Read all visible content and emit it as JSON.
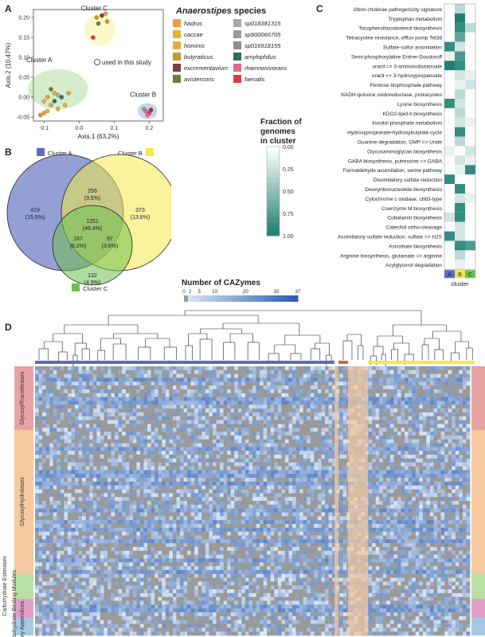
{
  "panels": {
    "A": "A",
    "B": "B",
    "C": "C",
    "D": "D"
  },
  "colors": {
    "clusterA": "#5b6bbf",
    "clusterB": "#f3ea4a",
    "clusterC": "#6fbf4f",
    "heat_low": "#ffffff",
    "heat_high": "#1f7f73",
    "caz_low": "#dbe7f5",
    "caz_high": "#2b5cb0",
    "caz_zero": "#9a9a9a"
  },
  "legend": {
    "title_italic": "Anaerostipes",
    "title_rest": " species",
    "items_left": [
      {
        "label": "hadrus",
        "color": "#f39a3c"
      },
      {
        "label": "caccae",
        "color": "#e3b230"
      },
      {
        "label": "hominis",
        "color": "#f0a64a"
      },
      {
        "label": "butyraticus",
        "color": "#c89a2a"
      },
      {
        "label": "excrementavium",
        "color": "#7b3f3f"
      },
      {
        "label": "avistercoris",
        "color": "#6e7a35"
      }
    ],
    "items_right": [
      {
        "label": "sp018381315",
        "color": "#a9a9a9"
      },
      {
        "label": "sp900066705",
        "color": "#9b9b9b"
      },
      {
        "label": "sp016918155",
        "color": "#8f8f8f"
      },
      {
        "label": "amylophilus",
        "color": "#2e6e56"
      },
      {
        "label": "rhamnosivorans",
        "color": "#e06a8f"
      },
      {
        "label": "faecalis",
        "color": "#e23a3a"
      }
    ]
  },
  "chart_data": [
    {
      "type": "scatter",
      "panel": "A",
      "xlabel": "Axis.1 (63.2%)",
      "ylabel": "Axis.2 (10.47%)",
      "xticks": [
        -0.1,
        0.0,
        0.1,
        0.2
      ],
      "xtick_labels": [
        "-0.1",
        "0.0",
        "0.1",
        "0.2"
      ],
      "yticks": [
        -0.05,
        0.0,
        0.05,
        0.1,
        0.15,
        0.2
      ],
      "ytick_labels": [
        "-0.05",
        "0.00",
        "0.05",
        "0.10",
        "0.15",
        "0.20"
      ],
      "xlim": [
        -0.13,
        0.24
      ],
      "ylim": [
        -0.06,
        0.22
      ],
      "clusters": [
        {
          "name": "Cluster A",
          "cx": -0.06,
          "cy": 0.02,
          "rx": 0.085,
          "ry": 0.05,
          "color": "#6fbf4f"
        },
        {
          "name": "Cluster B",
          "cx": 0.195,
          "cy": -0.035,
          "rx": 0.028,
          "ry": 0.02,
          "color": "#5b6bbf"
        },
        {
          "name": "Cluster C",
          "cx": 0.06,
          "cy": 0.17,
          "rx": 0.045,
          "ry": 0.04,
          "color": "#f3ea4a"
        }
      ],
      "study_note": "used in this study",
      "points": [
        {
          "x": -0.09,
          "y": 0.0,
          "c": "#f39a3c"
        },
        {
          "x": -0.08,
          "y": -0.02,
          "c": "#f39a3c"
        },
        {
          "x": -0.07,
          "y": 0.01,
          "c": "#e3b230"
        },
        {
          "x": -0.1,
          "y": -0.04,
          "c": "#f39a3c"
        },
        {
          "x": -0.06,
          "y": -0.03,
          "c": "#e3b230"
        },
        {
          "x": -0.05,
          "y": 0.0,
          "c": "#2e6e56"
        },
        {
          "x": -0.07,
          "y": -0.01,
          "c": "#2e6e56"
        },
        {
          "x": -0.08,
          "y": 0.02,
          "c": "#6e7a35"
        },
        {
          "x": -0.04,
          "y": -0.02,
          "c": "#e3b230"
        },
        {
          "x": -0.09,
          "y": -0.035,
          "c": "#e3b230"
        },
        {
          "x": -0.1,
          "y": -0.01,
          "c": "#f0a64a"
        },
        {
          "x": -0.06,
          "y": 0.005,
          "c": "#a9a9a9"
        },
        {
          "x": -0.11,
          "y": -0.045,
          "c": "#c89a2a"
        },
        {
          "x": -0.03,
          "y": 0.01,
          "c": "#f39a3c"
        },
        {
          "x": 0.19,
          "y": -0.035,
          "c": "#e06a8f"
        },
        {
          "x": 0.2,
          "y": -0.04,
          "c": "#e23a3a"
        },
        {
          "x": 0.185,
          "y": -0.03,
          "c": "#9b9b9b"
        },
        {
          "x": 0.205,
          "y": -0.032,
          "c": "#7b3f3f"
        },
        {
          "x": 0.195,
          "y": -0.045,
          "c": "#e06a8f"
        },
        {
          "x": 0.05,
          "y": 0.2,
          "c": "#c89a2a"
        },
        {
          "x": 0.065,
          "y": 0.205,
          "c": "#7b3f3f"
        },
        {
          "x": 0.08,
          "y": 0.19,
          "c": "#c89a2a"
        },
        {
          "x": 0.055,
          "y": 0.185,
          "c": "#6e7a35"
        },
        {
          "x": 0.075,
          "y": 0.21,
          "c": "#f39a3c"
        },
        {
          "x": 0.04,
          "y": 0.15,
          "c": "#e23a3a"
        }
      ]
    },
    {
      "type": "venn",
      "panel": "B",
      "sets": [
        "Cluster A",
        "Cluster B",
        "Cluster C"
      ],
      "regions": [
        {
          "sets": [
            "Cluster A"
          ],
          "value": "419",
          "pct": "(15.5%)"
        },
        {
          "sets": [
            "Cluster B"
          ],
          "value": "373",
          "pct": "(13.8%)"
        },
        {
          "sets": [
            "Cluster C"
          ],
          "value": "132",
          "pct": "(4.9%)"
        },
        {
          "sets": [
            "Cluster A",
            "Cluster B"
          ],
          "value": "256",
          "pct": "(9.5%)"
        },
        {
          "sets": [
            "Cluster A",
            "Cluster C"
          ],
          "value": "167",
          "pct": "(6.2%)"
        },
        {
          "sets": [
            "Cluster B",
            "Cluster C"
          ],
          "value": "97",
          "pct": "(3.6%)"
        },
        {
          "sets": [
            "Cluster A",
            "Cluster B",
            "Cluster C"
          ],
          "value": "1251",
          "pct": "(46.4%)"
        }
      ]
    },
    {
      "type": "heatmap",
      "panel": "C",
      "legend_title": [
        "Fraction of",
        "genomes",
        "in cluster"
      ],
      "legend_ticks": [
        "0.00",
        "0.25",
        "0.50",
        "0.75",
        "1.00"
      ],
      "xlabel": "cluster",
      "columns": [
        "A",
        "B",
        "C"
      ],
      "column_colors": [
        "#5b6bbf",
        "#f3ea4a",
        "#6fbf4f"
      ],
      "rows": [
        {
          "italic": "Vibrio cholerae",
          "label": " pathogenicity signature",
          "v": [
            0.0,
            0.3,
            0.0
          ]
        },
        {
          "label": "Tryptophan metabolism",
          "v": [
            0.0,
            1.0,
            0.0
          ]
        },
        {
          "label": "Tocopherol/tocotorienol biosynthesis",
          "v": [
            0.0,
            0.9,
            0.3
          ]
        },
        {
          "label": "Tetracycline resistance, efflux pump Tet38",
          "v": [
            0.0,
            0.7,
            0.0
          ]
        },
        {
          "label": "Sulfate-sulfur assimilation",
          "v": [
            0.9,
            0.2,
            0.0
          ]
        },
        {
          "label": "Semi-phosphorylative Entner-Doudoroff",
          "v": [
            0.1,
            0.8,
            0.0
          ]
        },
        {
          "label": "uracil => 3-aminoisobutanoate",
          "v": [
            1.0,
            0.9,
            0.0
          ]
        },
        {
          "label": "uracil => 3-hydroxypropanoate",
          "v": [
            0.0,
            0.2,
            0.1
          ]
        },
        {
          "label": "Pentose bisphosphate pathway",
          "v": [
            0.0,
            0.1,
            0.2
          ]
        },
        {
          "label": "NADH:quinone oxidoreductase, prokaryotes",
          "v": [
            0.0,
            0.3,
            0.0
          ]
        },
        {
          "label": "Lysine biosynthesis",
          "v": [
            0.9,
            0.2,
            0.0
          ]
        },
        {
          "label": "KDO2-lipid A biosynthesis",
          "v": [
            0.0,
            0.3,
            0.0
          ]
        },
        {
          "label": "Inositol phosphate metabolism",
          "v": [
            0.0,
            0.2,
            0.1
          ]
        },
        {
          "label": "Hydroxypropionate-hydroxybutylate cycle",
          "v": [
            0.0,
            0.9,
            0.0
          ]
        },
        {
          "label": "Guanine degradation, GMP => Urate",
          "v": [
            0.0,
            0.3,
            0.0
          ]
        },
        {
          "label": "Glycosaminoglycan biosynthesis",
          "v": [
            0.1,
            0.0,
            0.2
          ]
        },
        {
          "label": "GABA biosynthesis, putrescine => GABA",
          "v": [
            0.0,
            0.2,
            0.1
          ]
        },
        {
          "label": "Formaldehyde assimilation, serine pathway",
          "v": [
            0.0,
            0.1,
            0.9
          ]
        },
        {
          "label": "Dissimilatory sulfate reduction",
          "v": [
            0.9,
            0.0,
            0.0
          ]
        },
        {
          "label": "Deoxyribonucleotide biosynthesis",
          "v": [
            0.0,
            0.9,
            0.0
          ]
        },
        {
          "label": "Cytochrome c oxidase, cbb3-type",
          "v": [
            0.0,
            0.2,
            0.1
          ]
        },
        {
          "label": "Coenzyme M biosynthesis",
          "v": [
            0.0,
            0.9,
            0.0
          ]
        },
        {
          "label": "Cobalamin biosynthesis",
          "v": [
            0.2,
            0.9,
            0.0
          ]
        },
        {
          "label": "Catechol ortho-cleavage",
          "v": [
            0.0,
            0.2,
            0.0
          ]
        },
        {
          "label": "Assimilatory sulfate reduction, sulfate => H2S",
          "v": [
            0.9,
            0.2,
            0.0
          ]
        },
        {
          "label": "Ascorbate biosynthesis",
          "v": [
            0.0,
            0.9,
            0.8
          ]
        },
        {
          "label": "Arginine biosynthesis, glutamate => arginine",
          "v": [
            0.0,
            0.3,
            0.0
          ]
        },
        {
          "label": "Acylglycerol degradation",
          "v": [
            0.0,
            0.1,
            0.0
          ]
        }
      ]
    },
    {
      "type": "heatmap",
      "panel": "D",
      "legend_title": "Number of CAZymes",
      "legend_ticks": [
        "0",
        "2",
        "5",
        "10",
        "20",
        "30",
        "37"
      ],
      "categories": [
        {
          "label": "GlycosylTransferases",
          "color": "#e8a3a3"
        },
        {
          "label": "GlycosylHydrolases",
          "color": "#f6c9a0"
        },
        {
          "label": "Carbohydrate Esterases",
          "color": "#b9e0a3"
        },
        {
          "label": "Carbohydrate-Binding Modules",
          "color": "#e2a0c6"
        },
        {
          "label": "Auxiliary Appendices",
          "color": "#a6c8e6"
        }
      ]
    }
  ]
}
